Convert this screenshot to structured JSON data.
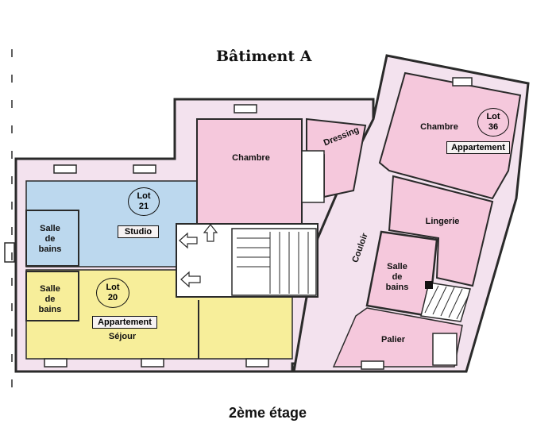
{
  "title": "Bâtiment A",
  "subtitle": "2ème étage",
  "colors": {
    "pink": "#f5c8dc",
    "blue": "#bcd8ee",
    "yellow": "#f7ee9a",
    "corridor": "#f3e2ee",
    "wall": "#2a2a2a"
  },
  "lots": [
    {
      "label": "Lot",
      "number": "21",
      "type": "Studio"
    },
    {
      "label": "Lot",
      "number": "20",
      "type": "Appartement"
    },
    {
      "label": "Lot",
      "number": "36",
      "type": "Appartement"
    }
  ],
  "rooms": {
    "chambre_center": "Chambre",
    "dressing": "Dressing",
    "chambre_right": "Chambre",
    "lingerie": "Lingerie",
    "couloir": "Couloir",
    "sdb_right": "Salle\nde\nbains",
    "palier": "Palier",
    "sdb_21": "Salle\nde\nbains",
    "sdb_20": "Salle\nde\nbains",
    "sejour": "Séjour"
  }
}
